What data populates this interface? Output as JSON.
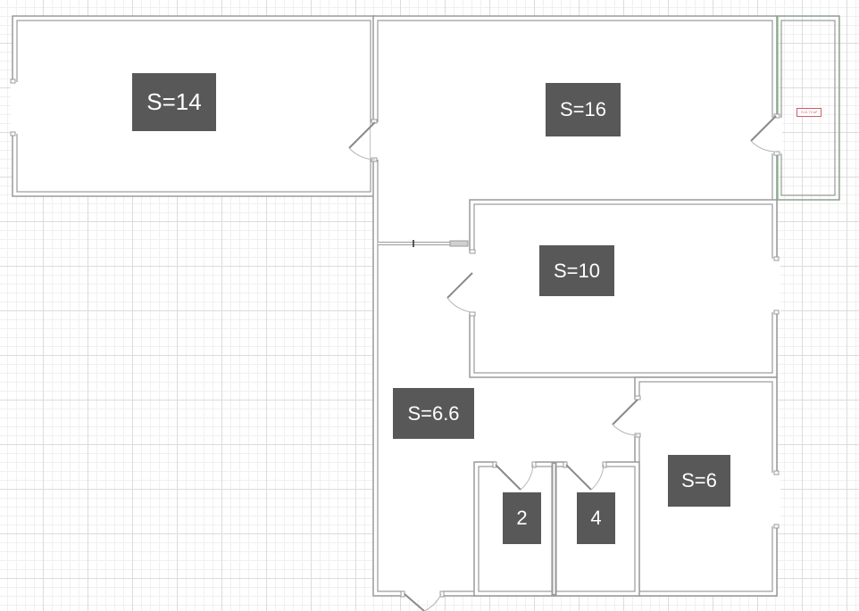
{
  "floor_plan": {
    "rooms": [
      {
        "id": "room-1",
        "label": "S=14"
      },
      {
        "id": "room-2",
        "label": "S=16"
      },
      {
        "id": "room-3",
        "label": "S=10"
      },
      {
        "id": "room-4",
        "label": "S=6.6"
      },
      {
        "id": "room-5",
        "label": "S=6"
      },
      {
        "id": "room-6",
        "label": "2"
      },
      {
        "id": "room-7",
        "label": "4"
      }
    ],
    "balcony": {
      "tag": "S=0.72 м²"
    },
    "colors": {
      "wall": "#9a9a9a",
      "label_bg": "#585858",
      "label_text": "#ffffff",
      "balcony_outline": "#7fd18d",
      "tag": "#d35b6a"
    }
  }
}
